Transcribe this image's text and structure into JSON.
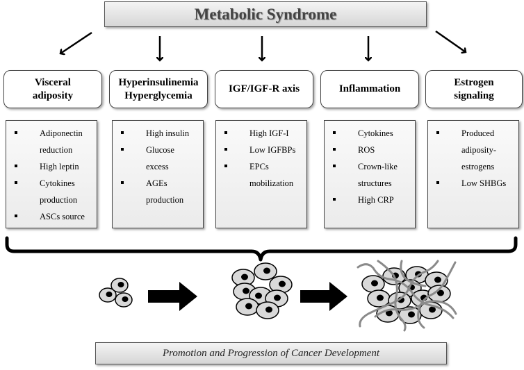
{
  "title": "Metabolic Syndrome",
  "categories": [
    {
      "label_lines": [
        "Visceral",
        "adiposity"
      ],
      "items": [
        "Adiponectin reduction",
        "High leptin",
        "Cytokines production",
        "ASCs source"
      ]
    },
    {
      "label_lines": [
        "Hyperinsulinemia",
        "Hyperglycemia"
      ],
      "items": [
        "High insulin",
        "Glucose excess",
        "AGEs production"
      ]
    },
    {
      "label_lines": [
        "IGF/IGF-R axis"
      ],
      "items": [
        "High IGF-I",
        "Low IGFBPs",
        "EPCs mobilization"
      ]
    },
    {
      "label_lines": [
        "Inflammation"
      ],
      "items": [
        "Cytokines",
        "ROS",
        "Crown-like structures",
        "High CRP"
      ]
    },
    {
      "label_lines": [
        "Estrogen",
        "signaling"
      ],
      "items": [
        "Produced adiposity-estrogens",
        "Low SHBGs"
      ]
    }
  ],
  "footer": "Promotion and Progression of Cancer Development"
}
